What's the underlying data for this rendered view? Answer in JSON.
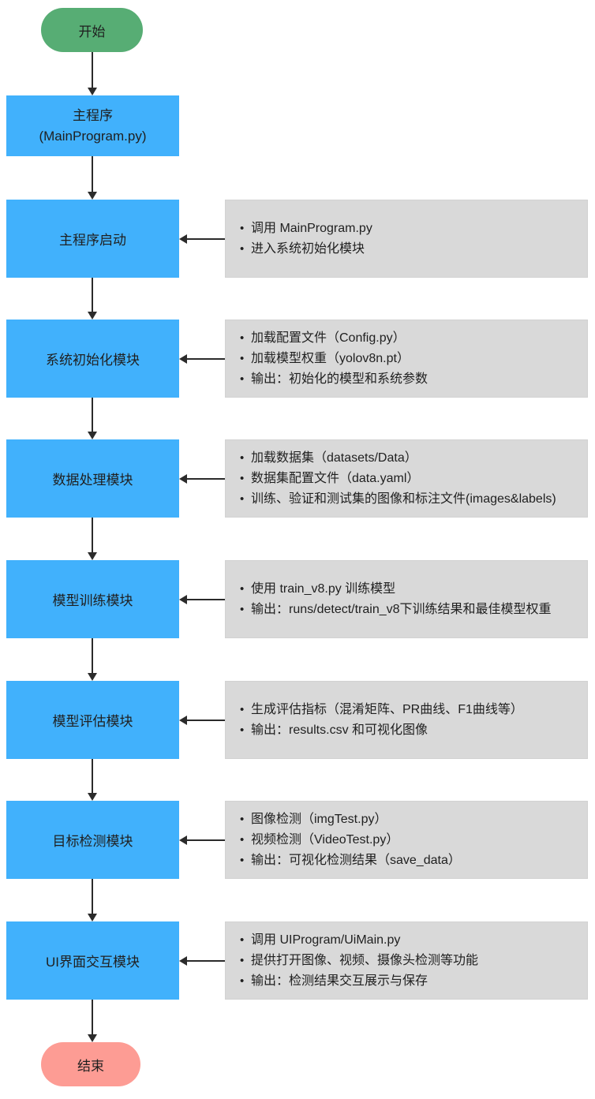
{
  "flowchart": {
    "title_semantic": "YOLOv8 program flow diagram",
    "start": {
      "label": "开始"
    },
    "end": {
      "label": "结束"
    },
    "main_box": {
      "line1": "主程序",
      "line2": "(MainProgram.py)"
    },
    "rows": [
      {
        "module": "主程序启动",
        "notes": [
          "调用 MainProgram.py",
          "进入系统初始化模块"
        ]
      },
      {
        "module": "系统初始化模块",
        "notes": [
          "加载配置文件（Config.py）",
          "加载模型权重（yolov8n.pt）",
          "输出：初始化的模型和系统参数"
        ]
      },
      {
        "module": "数据处理模块",
        "notes": [
          "加载数据集（datasets/Data）",
          "数据集配置文件（data.yaml）",
          "训练、验证和测试集的图像和标注文件(images&labels)"
        ]
      },
      {
        "module": "模型训练模块",
        "notes": [
          "使用 train_v8.py 训练模型",
          "输出：runs/detect/train_v8下训练结果和最佳模型权重"
        ]
      },
      {
        "module": "模型评估模块",
        "notes": [
          "生成评估指标（混淆矩阵、PR曲线、F1曲线等）",
          "输出：results.csv 和可视化图像"
        ]
      },
      {
        "module": "目标检测模块",
        "notes": [
          "图像检测（imgTest.py）",
          "视频检测（VideoTest.py）",
          "输出：可视化检测结果（save_data）"
        ]
      },
      {
        "module": "UI界面交互模块",
        "notes": [
          "调用 UIProgram/UiMain.py",
          "提供打开图像、视频、摄像头检测等功能",
          "输出：检测结果交互展示与保存"
        ]
      }
    ],
    "colors": {
      "start_fill": "#57AD74",
      "process_fill": "#41B1FC",
      "note_fill": "#D9D9D9",
      "end_fill": "#FD9C94",
      "arrow": "#2B2B2B"
    }
  }
}
